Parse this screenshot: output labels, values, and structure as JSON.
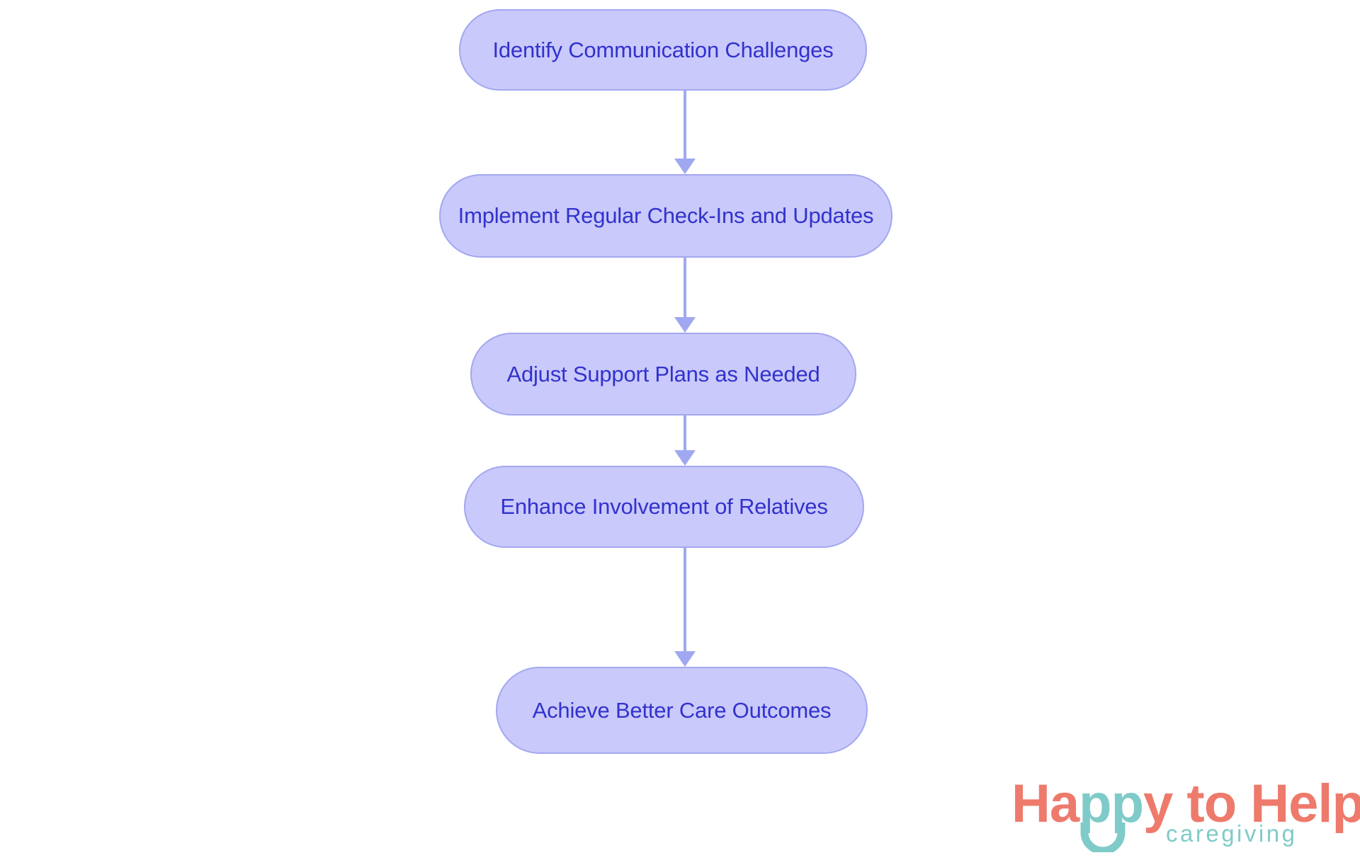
{
  "diagram": {
    "type": "flowchart",
    "orientation": "vertical-top-to-bottom",
    "background_color": "#ffffff",
    "node_fill_color": "#c9c9fb",
    "node_border_color": "#a3a7f0",
    "node_text_color": "#3232cd",
    "connector_color": "#9fa8f0",
    "nodes": [
      {
        "id": "n0",
        "label": "Identify Communication Challenges"
      },
      {
        "id": "n1",
        "label": "Implement Regular Check-Ins and Updates"
      },
      {
        "id": "n2",
        "label": "Adjust Support Plans as Needed"
      },
      {
        "id": "n3",
        "label": "Enhance Involvement of Relatives"
      },
      {
        "id": "n4",
        "label": "Achieve Better Care Outcomes"
      }
    ],
    "edges": [
      {
        "id": "e0",
        "from": "n0",
        "to": "n1",
        "arrow": "down",
        "label": ""
      },
      {
        "id": "e1",
        "from": "n1",
        "to": "n2",
        "arrow": "down",
        "label": ""
      },
      {
        "id": "e2",
        "from": "n2",
        "to": "n3",
        "arrow": "down",
        "label": ""
      },
      {
        "id": "e3",
        "from": "n3",
        "to": "n4",
        "arrow": "down",
        "label": ""
      }
    ]
  },
  "logo": {
    "word_happy_ha": "Ha",
    "word_happy_pp": "pp",
    "word_happy_y": "y",
    "word_to_help": " to Help",
    "subtitle": "caregiving",
    "coral_color": "#ee7a6c",
    "teal_color": "#7fcbc9",
    "smile_icon": "smile-arc-icon"
  }
}
